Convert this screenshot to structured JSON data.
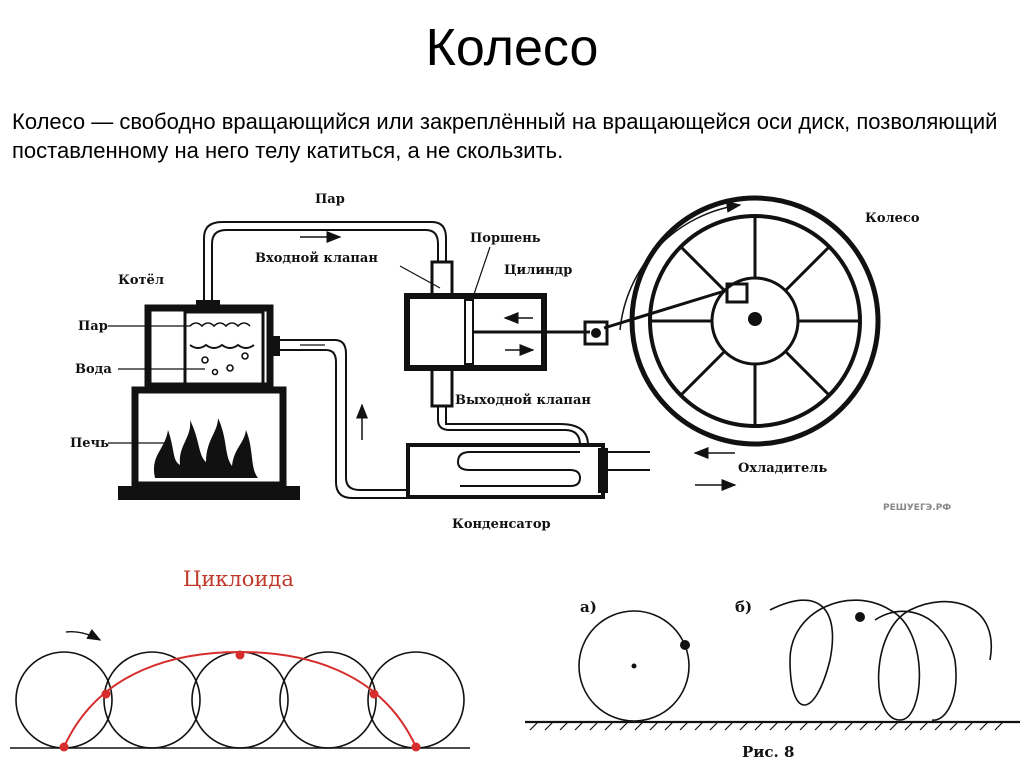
{
  "page": {
    "title": "Колесо",
    "description": "Колесо — свободно вращающийся или закреплённый на вращающейся оси диск, позволяющий поставленному на него телу катиться, а не скользить."
  },
  "engine": {
    "labels": {
      "steam_pipe": "Пар",
      "boiler": "Котёл",
      "steam": "Пар",
      "water": "Вода",
      "furnace": "Печь",
      "inlet_valve": "Входной клапан",
      "piston": "Поршень",
      "cylinder": "Цилиндр",
      "outlet_valve": "Выходной клапан",
      "wheel": "Колесо",
      "coolant": "Охладитель",
      "condenser": "Конденсатор",
      "watermark": "РЕШУЕГЭ.РФ"
    }
  },
  "cycloid": {
    "title": "Циклоида",
    "colors": {
      "curve": "#d62d2d",
      "circles": "#111111"
    }
  },
  "figure8": {
    "label_a": "а)",
    "label_b": "б)",
    "caption": "Рис. 8"
  }
}
